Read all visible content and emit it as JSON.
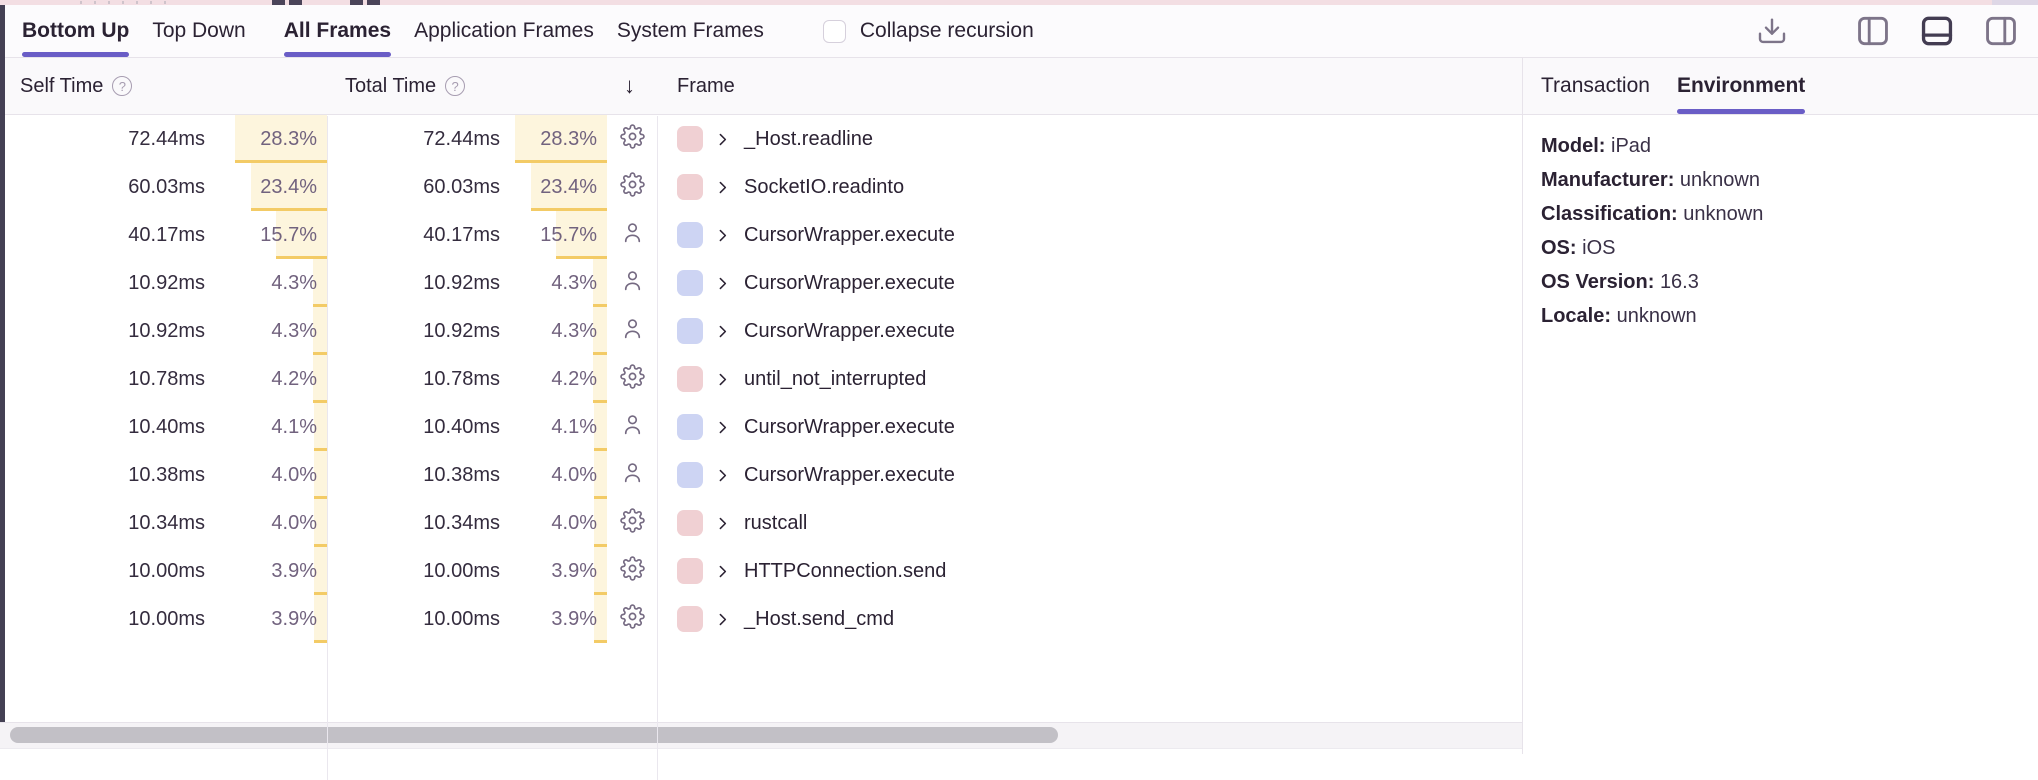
{
  "colors": {
    "accent_purple": "#6a5dc6",
    "pct_bar_bg": "#fdf5dd",
    "pct_bar_line": "#f3cb66",
    "system_frame_swatch": "#f0d0d3",
    "application_frame_swatch": "#cdd4f3",
    "dark_text": "#2b2233"
  },
  "toolbar": {
    "tabs": [
      {
        "label": "Bottom Up",
        "active": true
      },
      {
        "label": "Top Down",
        "active": false
      },
      {
        "label": "All Frames",
        "active": true
      },
      {
        "label": "Application Frames",
        "active": false
      },
      {
        "label": "System Frames",
        "active": false
      }
    ],
    "collapse_recursion": {
      "label": "Collapse recursion",
      "checked": false
    },
    "icons": [
      {
        "name": "download-icon",
        "active": false
      },
      {
        "name": "panel-left-icon",
        "active": false
      },
      {
        "name": "panel-bottom-icon",
        "active": true
      },
      {
        "name": "panel-right-icon",
        "active": false
      }
    ]
  },
  "table": {
    "columns": {
      "self_time": "Self Time",
      "total_time": "Total Time",
      "frame": "Frame"
    },
    "sort": {
      "column": "total_time",
      "direction": "desc",
      "glyph": "↓"
    },
    "rows": [
      {
        "self_time": "72.44ms",
        "self_pct": "28.3%",
        "total_time": "72.44ms",
        "total_pct": "28.3%",
        "pct": 28.3,
        "frame_type_icon": "gear-icon",
        "swatch_color": "pink",
        "frame": "_Host.readline"
      },
      {
        "self_time": "60.03ms",
        "self_pct": "23.4%",
        "total_time": "60.03ms",
        "total_pct": "23.4%",
        "pct": 23.4,
        "frame_type_icon": "gear-icon",
        "swatch_color": "pink",
        "frame": "SocketIO.readinto"
      },
      {
        "self_time": "40.17ms",
        "self_pct": "15.7%",
        "total_time": "40.17ms",
        "total_pct": "15.7%",
        "pct": 15.7,
        "frame_type_icon": "user-icon",
        "swatch_color": "lavender",
        "frame": "CursorWrapper.execute"
      },
      {
        "self_time": "10.92ms",
        "self_pct": "4.3%",
        "total_time": "10.92ms",
        "total_pct": "4.3%",
        "pct": 4.3,
        "frame_type_icon": "user-icon",
        "swatch_color": "lavender",
        "frame": "CursorWrapper.execute"
      },
      {
        "self_time": "10.92ms",
        "self_pct": "4.3%",
        "total_time": "10.92ms",
        "total_pct": "4.3%",
        "pct": 4.3,
        "frame_type_icon": "user-icon",
        "swatch_color": "lavender",
        "frame": "CursorWrapper.execute"
      },
      {
        "self_time": "10.78ms",
        "self_pct": "4.2%",
        "total_time": "10.78ms",
        "total_pct": "4.2%",
        "pct": 4.2,
        "frame_type_icon": "gear-icon",
        "swatch_color": "pink",
        "frame": "until_not_interrupted"
      },
      {
        "self_time": "10.40ms",
        "self_pct": "4.1%",
        "total_time": "10.40ms",
        "total_pct": "4.1%",
        "pct": 4.1,
        "frame_type_icon": "user-icon",
        "swatch_color": "lavender",
        "frame": "CursorWrapper.execute"
      },
      {
        "self_time": "10.38ms",
        "self_pct": "4.0%",
        "total_time": "10.38ms",
        "total_pct": "4.0%",
        "pct": 4.0,
        "frame_type_icon": "user-icon",
        "swatch_color": "lavender",
        "frame": "CursorWrapper.execute"
      },
      {
        "self_time": "10.34ms",
        "self_pct": "4.0%",
        "total_time": "10.34ms",
        "total_pct": "4.0%",
        "pct": 4.0,
        "frame_type_icon": "gear-icon",
        "swatch_color": "pink",
        "frame": "rustcall"
      },
      {
        "self_time": "10.00ms",
        "self_pct": "3.9%",
        "total_time": "10.00ms",
        "total_pct": "3.9%",
        "pct": 3.9,
        "frame_type_icon": "gear-icon",
        "swatch_color": "pink",
        "frame": "HTTPConnection.send"
      },
      {
        "self_time": "10.00ms",
        "self_pct": "3.9%",
        "total_time": "10.00ms",
        "total_pct": "3.9%",
        "pct": 3.9,
        "frame_type_icon": "gear-icon",
        "swatch_color": "pink",
        "frame": "_Host.send_cmd"
      }
    ]
  },
  "side_panel": {
    "tabs": [
      {
        "label": "Transaction",
        "active": false
      },
      {
        "label": "Environment",
        "active": true
      }
    ],
    "environment": [
      {
        "label": "Model:",
        "value": "iPad"
      },
      {
        "label": "Manufacturer:",
        "value": "unknown"
      },
      {
        "label": "Classification:",
        "value": "unknown"
      },
      {
        "label": "OS:",
        "value": "iOS"
      },
      {
        "label": "OS Version:",
        "value": "16.3"
      },
      {
        "label": "Locale:",
        "value": "unknown"
      }
    ]
  }
}
